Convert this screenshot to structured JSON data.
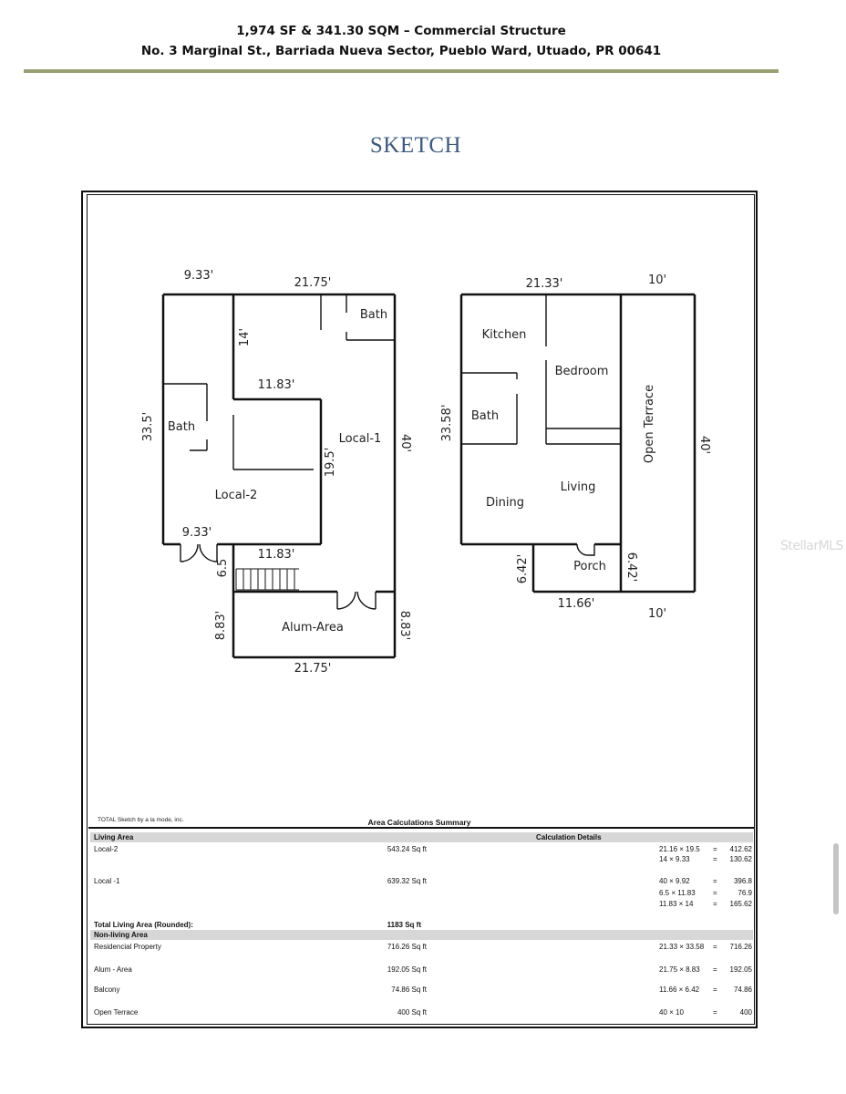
{
  "header": {
    "line1": "1,974 SF & 341.30 SQM – Commercial Structure",
    "line2": "No. 3 Marginal St., Barriada Nueva Sector, Pueblo Ward, Utuado, PR 00641",
    "rule_color": "#9aa071"
  },
  "title": "SKETCH",
  "title_color": "#3d5a80",
  "plan_labels": {
    "left": {
      "top_left_width": "9.33'",
      "top_width": "21.75'",
      "bath_top": "Bath",
      "dim_14": "14'",
      "dim_inner": "11.83'",
      "left_height": "33.5'",
      "bath_left": "Bath",
      "local1": "Local-1",
      "right_height": "40'",
      "dim_19_5": "19.5'",
      "local2": "Local-2",
      "bottom_left_width": "9.33'",
      "dim_mid": "11.83'",
      "dim_6_5": "6.5",
      "alum_left": "8.83'",
      "alum_area": "Alum-Area",
      "alum_right": "8.83'",
      "bottom_width": "21.75'"
    },
    "right": {
      "top_width": "21.33'",
      "terrace_top": "10'",
      "kitchen": "Kitchen",
      "bedroom": "Bedroom",
      "open_terrace": "Open Terrace",
      "left_height": "33.58'",
      "bath": "Bath",
      "right_height": "40'",
      "living": "Living",
      "dining": "Dining",
      "porch_left": "6.42'",
      "porch": "Porch",
      "porch_right": "6.42'",
      "porch_width": "11.66'",
      "terrace_bottom": "10'"
    }
  },
  "watermark": "StellarMLS",
  "summary": {
    "credit": "TOTAL Sketch by a la mode, inc.",
    "title": "Area Calculations Summary",
    "living_area_header": "Living Area",
    "calc_details_header": "Calculation Details",
    "living_rows": [
      {
        "name": "Local-2",
        "area": "543.24 Sq ft",
        "calcs": [
          {
            "expr": "21.16 × 19.5",
            "eq": "=",
            "val": "412.62"
          },
          {
            "expr": "14 × 9.33",
            "eq": "=",
            "val": "130.62"
          }
        ]
      },
      {
        "name": "Local -1",
        "area": "639.32 Sq ft",
        "calcs": [
          {
            "expr": "40 × 9.92",
            "eq": "=",
            "val": "396.8"
          },
          {
            "expr": "6.5 × 11.83",
            "eq": "=",
            "val": "76.9"
          },
          {
            "expr": "11.83 × 14",
            "eq": "=",
            "val": "165.62"
          }
        ]
      }
    ],
    "total_label": "Total Living Area (Rounded):",
    "total_value": "1183 Sq ft",
    "non_living_header": "Non-living Area",
    "non_living_rows": [
      {
        "name": "Residencial Property",
        "area": "716.26 Sq ft",
        "expr": "21.33 × 33.58",
        "eq": "=",
        "val": "716.26"
      },
      {
        "name": "Alum - Area",
        "area": "192.05 Sq ft",
        "expr": "21.75 × 8.83",
        "eq": "=",
        "val": "192.05"
      },
      {
        "name": "Balcony",
        "area": "74.86 Sq ft",
        "expr": "11.66 × 6.42",
        "eq": "=",
        "val": "74.86"
      },
      {
        "name": "Open Terrace",
        "area": "400 Sq ft",
        "expr": "40 × 10",
        "eq": "=",
        "val": "400"
      }
    ]
  }
}
